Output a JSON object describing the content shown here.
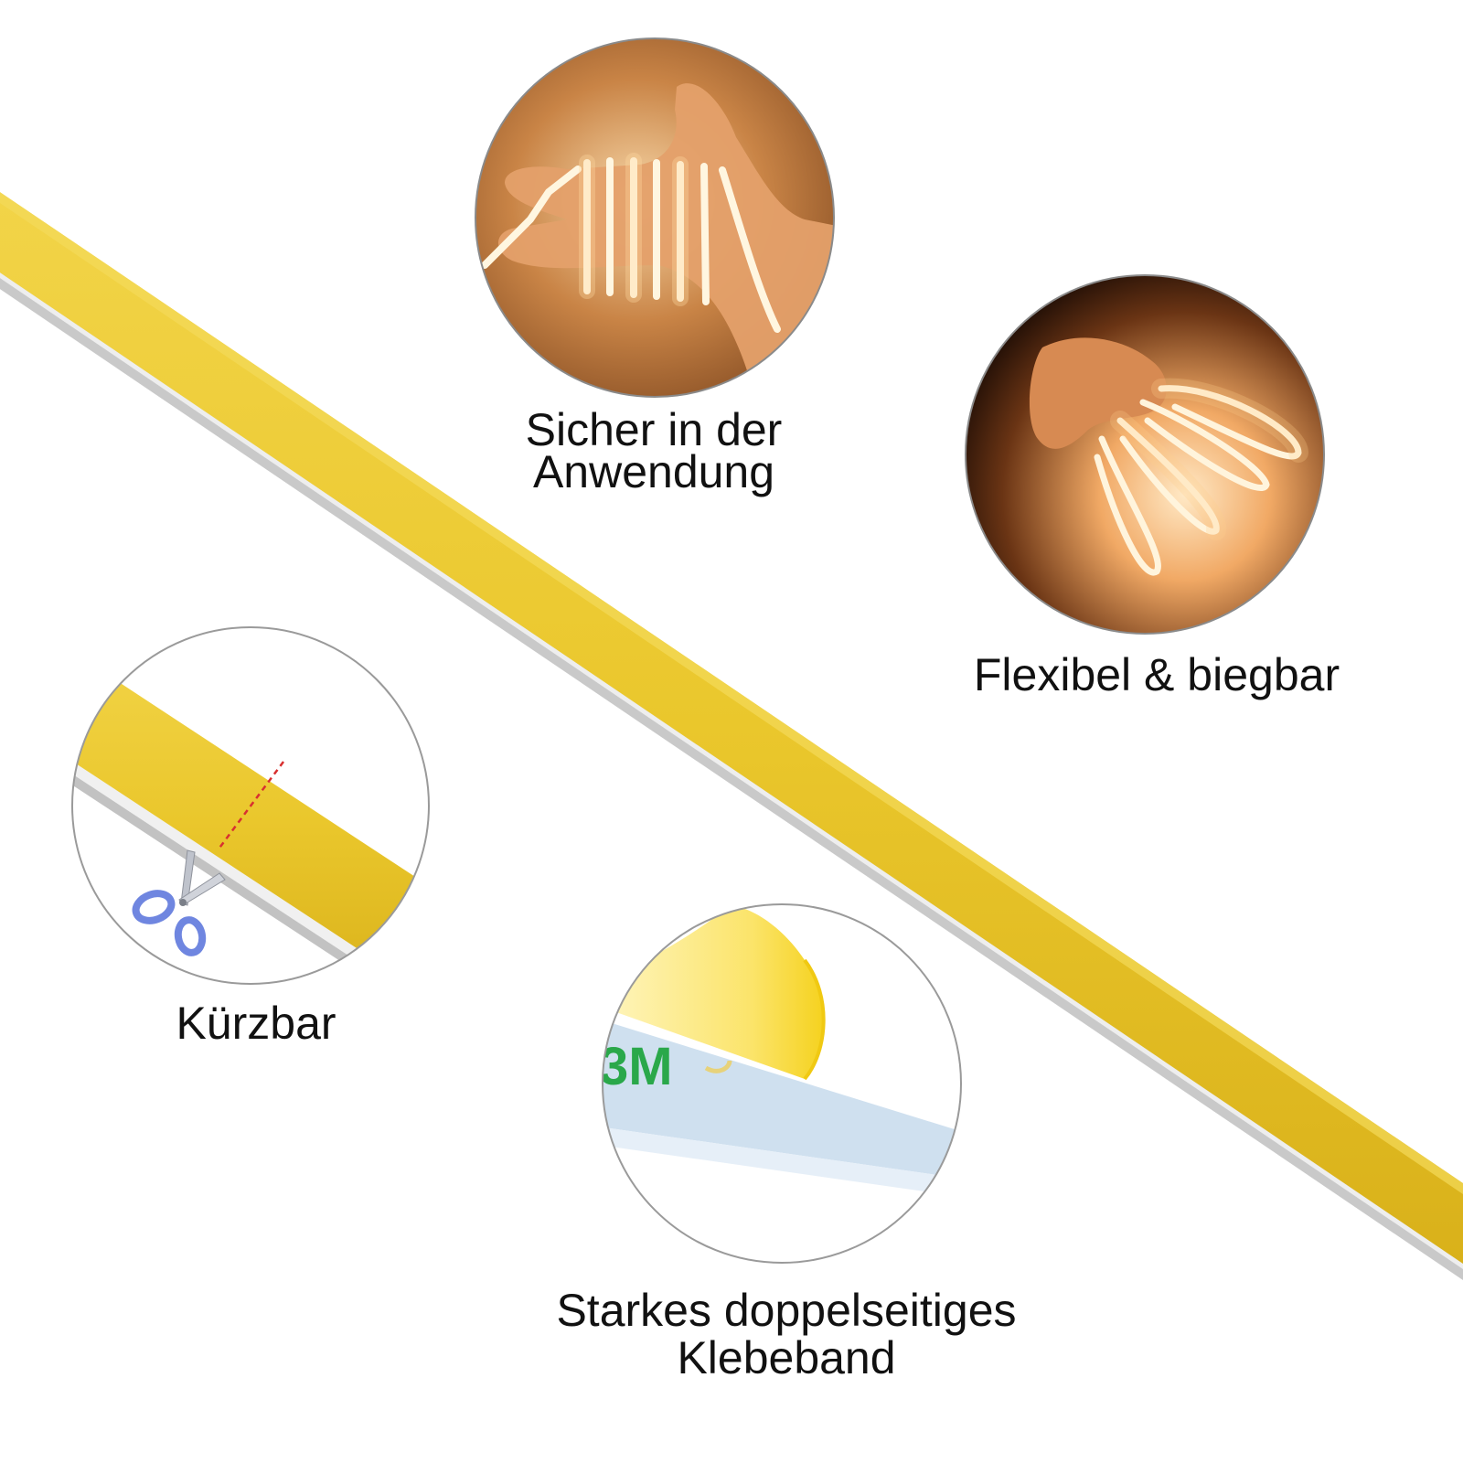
{
  "features": [
    {
      "id": "safe",
      "lines": [
        "Sicher in der",
        "Anwendung"
      ]
    },
    {
      "id": "flex",
      "lines": [
        "Flexibel & biegbar"
      ]
    },
    {
      "id": "cut",
      "lines": [
        "Kürzbar"
      ]
    },
    {
      "id": "tape",
      "lines": [
        "Starkes doppelseitiges",
        "Klebeband"
      ]
    }
  ],
  "tape_logo": "3M",
  "colors": {
    "strip_yellow": "#e8c32a",
    "strip_highlight": "#f3d64c",
    "strip_shadow": "#d4ac17",
    "glow_warm": "#ffe9c2",
    "circle_border": "#9a9a9a",
    "scissors_blue": "#6f86e0",
    "cut_line_red": "#d83030",
    "logo_green": "#2aa84a",
    "tape_backing_blue": "#cfe0ef"
  },
  "icons": [
    "scissors-icon"
  ]
}
